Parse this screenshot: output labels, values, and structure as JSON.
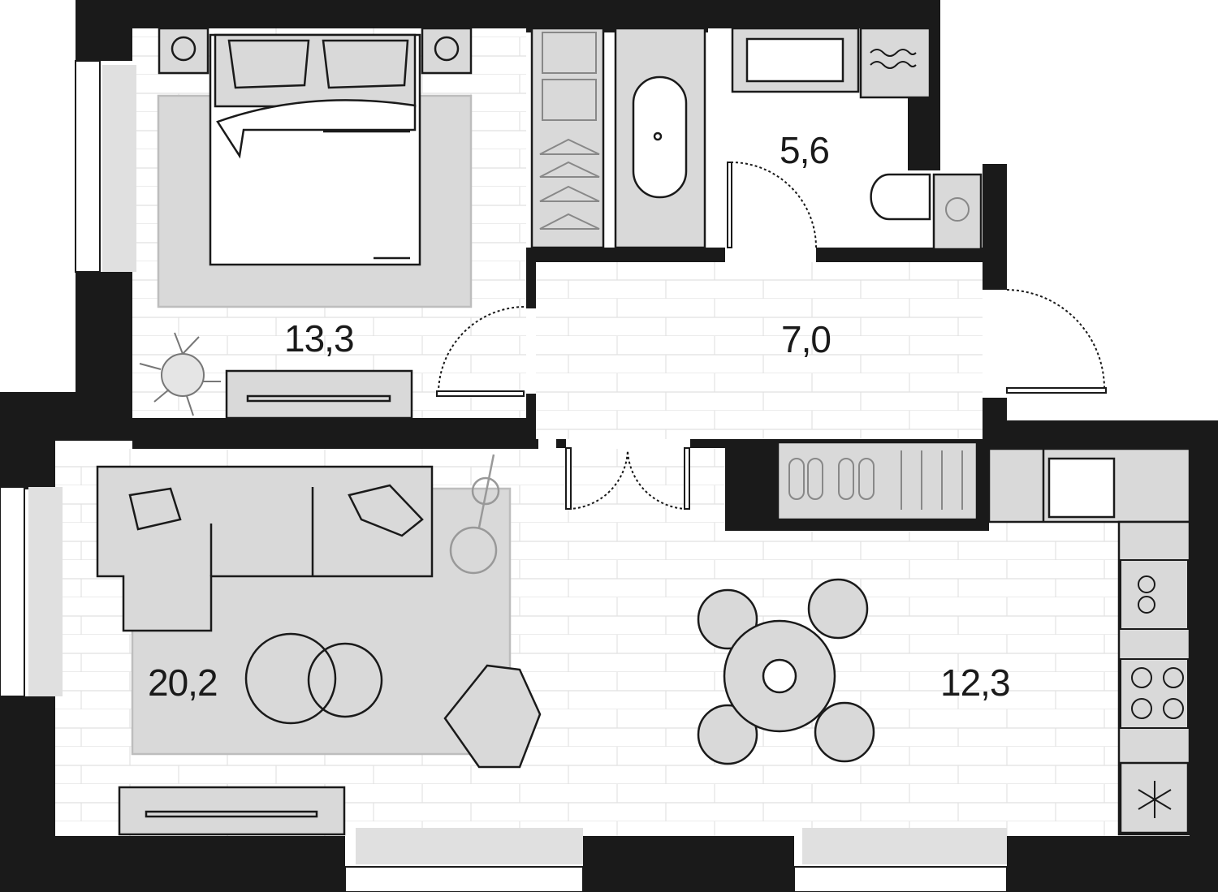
{
  "plan": {
    "colors": {
      "wall": "#1a1a1a",
      "floor": "#ffffff",
      "furniture_fill": "#d9d9d9",
      "line": "#1a1a1a",
      "floor_line": "#dcdcdc"
    },
    "rooms": [
      {
        "id": "bedroom",
        "area": "13,3"
      },
      {
        "id": "bathroom",
        "area": "5,6"
      },
      {
        "id": "hallway",
        "area": "7,0"
      },
      {
        "id": "living-room",
        "area": "20,2"
      },
      {
        "id": "kitchen",
        "area": "12,3"
      }
    ],
    "icons": [
      "washing-machine-icon",
      "snowflake-icon",
      "stove-icon",
      "sink-icon",
      "plant-icon",
      "hanger-icon",
      "slippers-icon"
    ]
  }
}
